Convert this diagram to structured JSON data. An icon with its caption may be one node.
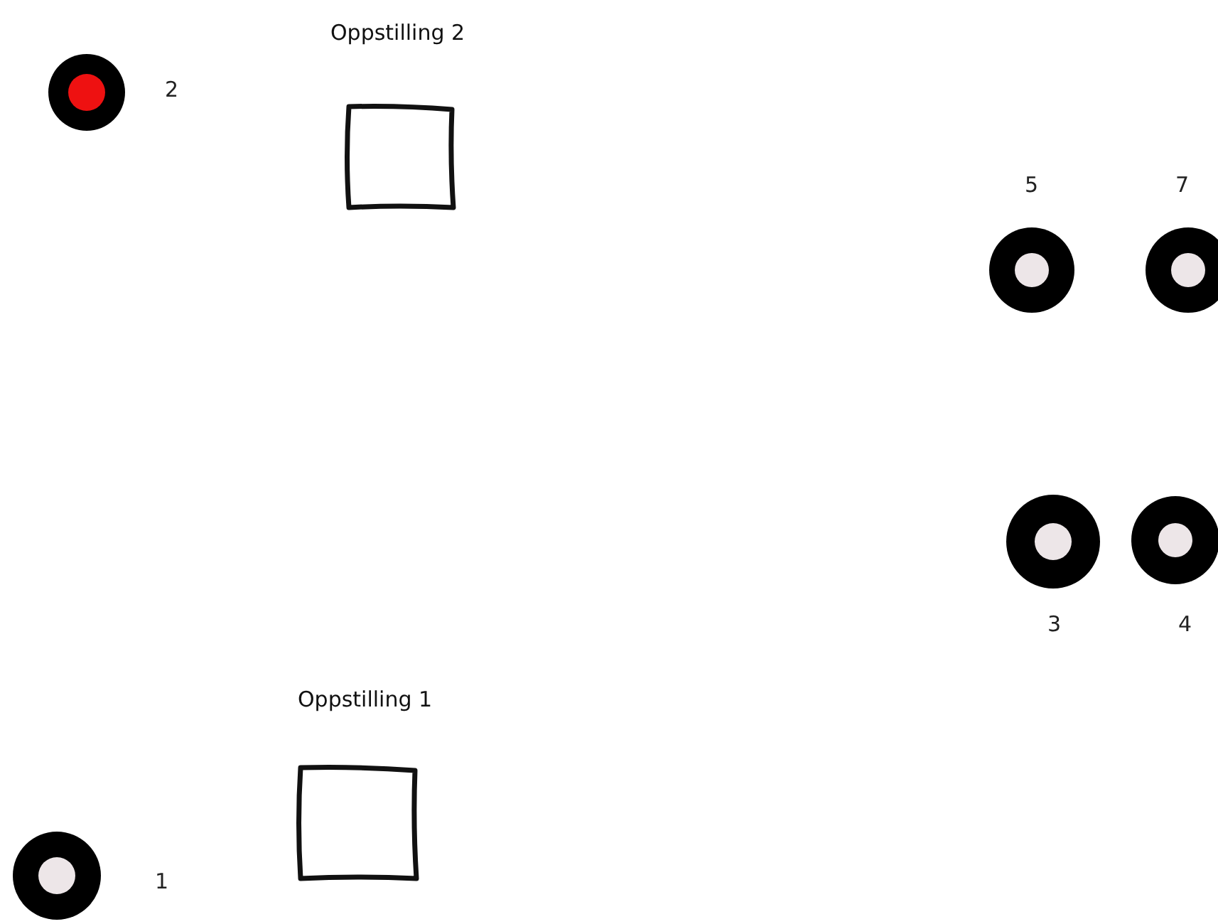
{
  "diagram": {
    "nodes": [
      {
        "text": [],
        "shape": "circle",
        "beside": [
          "2"
        ]
      },
      {
        "text": [
          "Oppstilling 2"
        ]
      },
      {
        "text": [],
        "shape": "circle",
        "beside": [
          "5"
        ]
      },
      {
        "text": [],
        "shape": "circle",
        "beside": [
          "7"
        ]
      },
      {
        "text": [],
        "shape": "circle",
        "beside": [
          "3"
        ]
      },
      {
        "text": [],
        "shape": "circle",
        "beside": [
          "4"
        ]
      },
      {
        "text": [
          "Oppstilling 1"
        ]
      },
      {
        "text": [],
        "shape": "circle",
        "beside": [
          "1"
        ]
      }
    ]
  }
}
